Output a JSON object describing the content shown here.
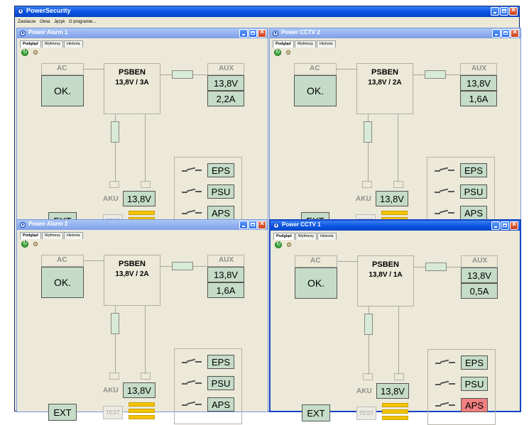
{
  "app": {
    "title": "PowerSecurity"
  },
  "menu": [
    "Zasilacze",
    "Okna",
    "Język",
    "O programie..."
  ],
  "tabs": [
    "Podgląd",
    "Wyłmesy",
    "Historia"
  ],
  "labels": {
    "ac": "AC",
    "aux": "AUX",
    "aku": "AKU",
    "ext": "EXT",
    "test": "TEST",
    "model": "PSBEN"
  },
  "windows": [
    {
      "title": "Power Alarm 1",
      "rating": "13,8V / 3A",
      "ac": "OK.",
      "aux_v": "13,8V",
      "aux_a": "2,2A",
      "aku_v": "13,8V",
      "eps": "EPS",
      "psu": "PSU",
      "aps": "APS",
      "aps_alarm": false,
      "active": false
    },
    {
      "title": "Power CCTV 2",
      "rating": "13,8V / 2A",
      "ac": "OK.",
      "aux_v": "13,8V",
      "aux_a": "1,6A",
      "aku_v": "13,8V",
      "eps": "EPS",
      "psu": "PSU",
      "aps": "APS",
      "aps_alarm": false,
      "active": false
    },
    {
      "title": "Power Alarm 2",
      "rating": "13,8V / 2A",
      "ac": "OK.",
      "aux_v": "13,8V",
      "aux_a": "1,6A",
      "aku_v": "13,8V",
      "eps": "EPS",
      "psu": "PSU",
      "aps": "APS",
      "aps_alarm": false,
      "active": false
    },
    {
      "title": "Power CCTV 1",
      "rating": "13,8V / 1A",
      "ac": "OK.",
      "aux_v": "13,8V",
      "aux_a": "0,5A",
      "aku_v": "13,8V",
      "eps": "EPS",
      "psu": "PSU",
      "aps": "APS",
      "aps_alarm": true,
      "active": true
    }
  ],
  "colors": {
    "status_ok": "#c5dcc8",
    "status_alarm": "#f08080",
    "battery": "#f5c400",
    "titlebar": "#0a54e3"
  }
}
